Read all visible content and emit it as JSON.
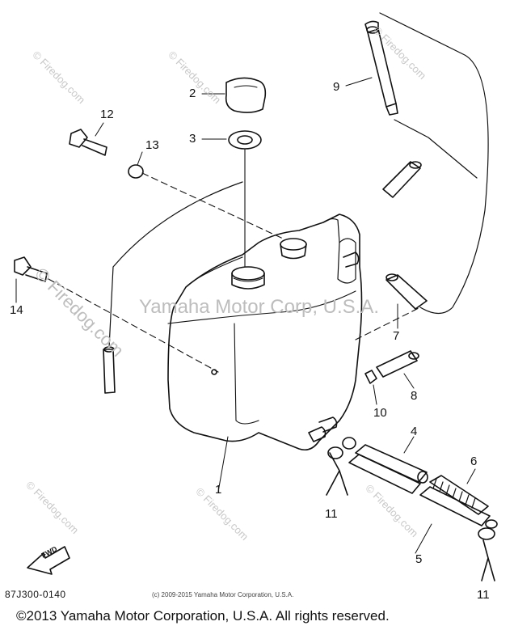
{
  "part_labels": {
    "p1": "1",
    "p2": "2",
    "p3": "3",
    "p4": "4",
    "p5": "5",
    "p6": "6",
    "p7": "7",
    "p8": "8",
    "p9": "9",
    "p10": "10",
    "p11a": "11",
    "p11b": "11",
    "p12": "12",
    "p13": "13",
    "p14": "14"
  },
  "fwd_label": "FWD",
  "diagram_code": "87J300-0140",
  "small_copyright": "(c) 2009-2015 Yamaha Motor Corporation, U.S.A.",
  "footer_copyright": "©2013 Yamaha Motor Corporation, U.S.A. All rights reserved.",
  "watermark": {
    "site": "© Firedog.com",
    "company": "Yamaha Motor Corp, U.S.A."
  },
  "colors": {
    "ink": "#111111",
    "watermark": "#c8c8c8"
  }
}
